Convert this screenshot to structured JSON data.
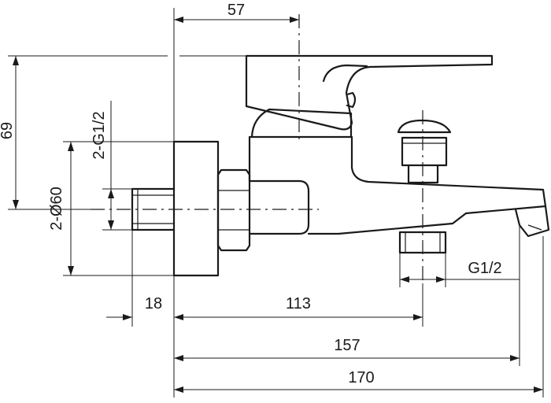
{
  "colors": {
    "line": "#1a1a1a",
    "background": "#ffffff"
  },
  "dimensions": {
    "top_width": "57",
    "height": "69",
    "thread_left": "2-G1/2",
    "diameter": "2-Ø60",
    "thread_bottom": "G1/2",
    "offset_left": "18",
    "center_to_outlet": "113",
    "to_spout": "157",
    "overall": "170"
  }
}
